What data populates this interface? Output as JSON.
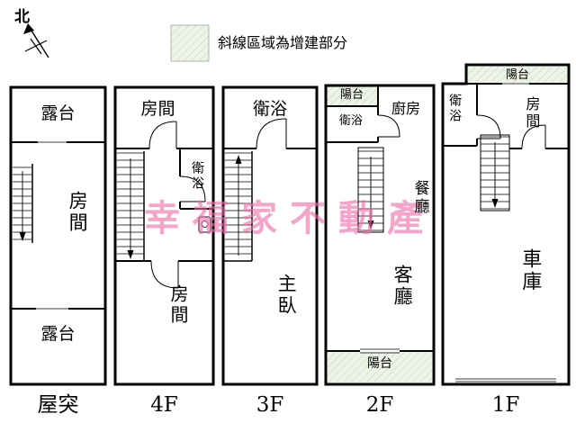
{
  "north": {
    "label": "北"
  },
  "legend": {
    "text": "斜線區域為增建部分",
    "swatch_fill": "#eef3e8",
    "hatch_line": "#c2d0ba"
  },
  "watermark": {
    "text": "幸福家不動產",
    "color": "#ec6ea8"
  },
  "palette": {
    "wall": "#000000",
    "background": "#ffffff"
  },
  "floors": [
    {
      "label": "屋突",
      "rooms": {
        "terrace_top": "露台",
        "room": "房間",
        "terrace_bottom": "露台"
      }
    },
    {
      "label": "4F",
      "rooms": {
        "room_top": "房間",
        "bath": "衛浴",
        "room_bottom": "房間"
      }
    },
    {
      "label": "3F",
      "rooms": {
        "bath": "衛浴",
        "master": "主臥"
      }
    },
    {
      "label": "2F",
      "rooms": {
        "balcony_top": "陽台",
        "bath": "衛浴",
        "kitchen": "廚房",
        "dining": "餐廳",
        "living": "客廳",
        "balcony_bottom": "陽台"
      }
    },
    {
      "label": "1F",
      "rooms": {
        "balcony": "陽台",
        "bath": "衛浴",
        "room": "房間",
        "garage": "車庫"
      }
    }
  ]
}
